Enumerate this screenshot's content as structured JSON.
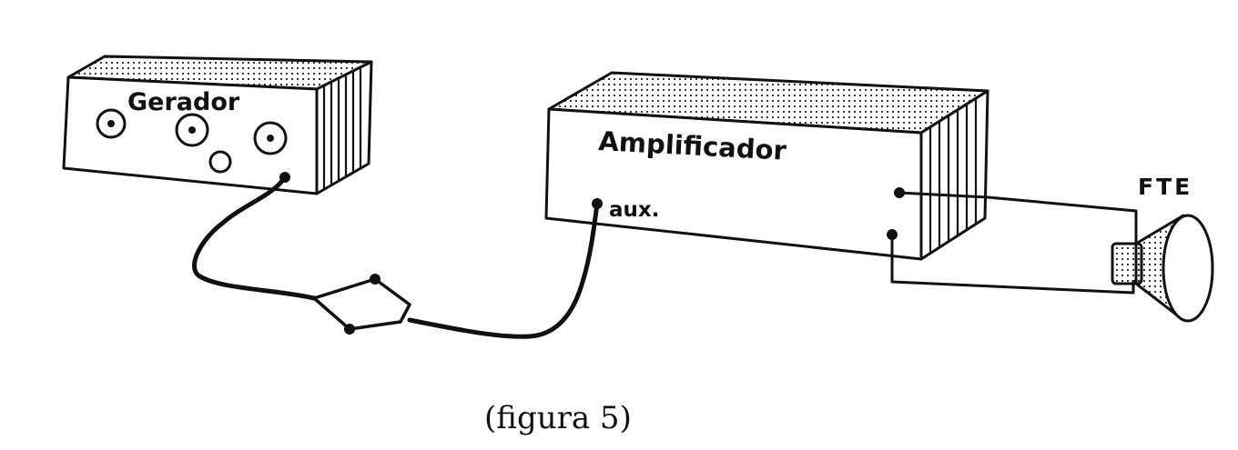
{
  "diagram": {
    "components": {
      "generator": {
        "label": "Gerador"
      },
      "amplifier": {
        "label": "Amplificador",
        "input_label": "aux."
      },
      "speaker": {
        "label": "FTE"
      }
    },
    "caption": "(figura 5)",
    "colors": {
      "ink": "#111111",
      "paper": "#ffffff"
    }
  }
}
